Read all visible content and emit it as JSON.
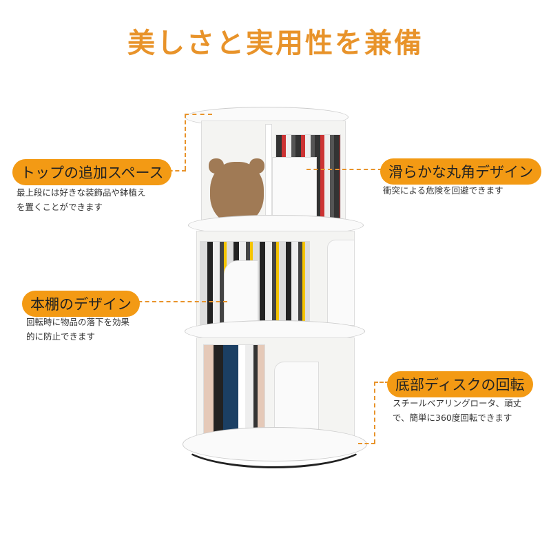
{
  "title": "美しさと実用性を兼備",
  "features": [
    {
      "label": "トップの追加スペース",
      "desc_lines": [
        "最上段には好きな装飾品や鉢植え",
        "を置くことができます"
      ]
    },
    {
      "label": "滑らかな丸角デザイン",
      "desc_lines": [
        "衝突による危険を回避できます"
      ]
    },
    {
      "label": "本棚のデザイン",
      "desc_lines": [
        "回転時に物品の落下を効果",
        "的に防止できます"
      ]
    },
    {
      "label": "底部ディスクの回転",
      "desc_lines": [
        "スチールベアリングロータ、頑丈",
        "で、簡単に360度回転できます"
      ]
    }
  ],
  "colors": {
    "accent": "#f39a14",
    "title": "#e8932a"
  }
}
